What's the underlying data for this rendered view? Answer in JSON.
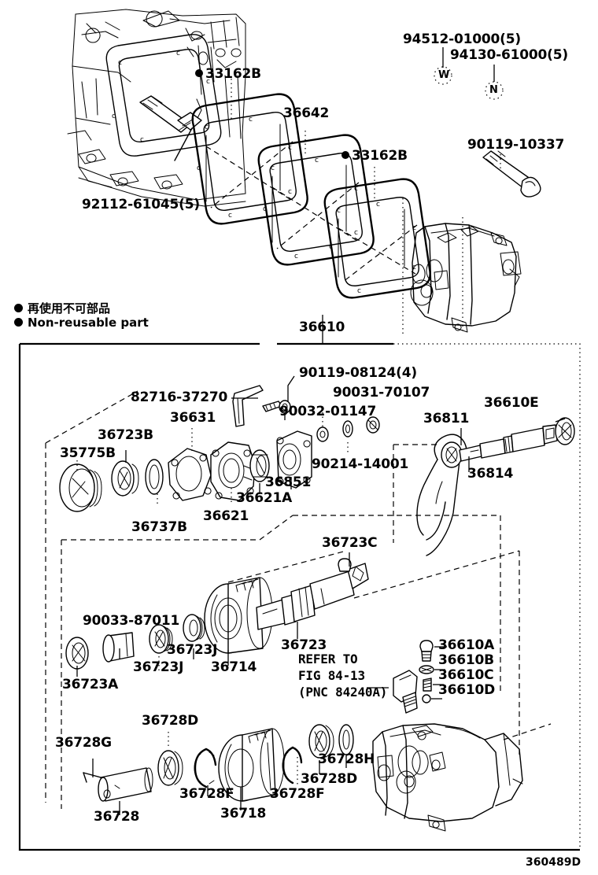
{
  "diagram": {
    "figure_code": "360489D",
    "assembly_label": "36610",
    "legend": {
      "jp": "再使用不可部品",
      "en": "Non-reusable part",
      "marker": "filled-circle"
    },
    "reference_note": {
      "line1": "REFER TO",
      "line2": "FIG 84-13",
      "line3": "(PNC 84240A)"
    },
    "markers": {
      "w": "W",
      "n": "N"
    }
  },
  "upper_section": {
    "labels": [
      {
        "id": "u1",
        "text": "92112-61045(5)",
        "nonreusable": false
      },
      {
        "id": "u2",
        "text": "33162B",
        "nonreusable": true
      },
      {
        "id": "u3",
        "text": "36642",
        "nonreusable": false
      },
      {
        "id": "u4",
        "text": "33162B",
        "nonreusable": true
      },
      {
        "id": "u5",
        "text": "94512-01000(5)",
        "nonreusable": false
      },
      {
        "id": "u6",
        "text": "94130-61000(5)",
        "nonreusable": false
      },
      {
        "id": "u7",
        "text": "90119-10337",
        "nonreusable": false
      }
    ]
  },
  "main_box": {
    "title": "36610",
    "labels": [
      {
        "id": "m01",
        "text": "82716-37270"
      },
      {
        "id": "m02",
        "text": "36631"
      },
      {
        "id": "m03",
        "text": "36723B"
      },
      {
        "id": "m04",
        "text": "35775B"
      },
      {
        "id": "m05",
        "text": "36737B"
      },
      {
        "id": "m06",
        "text": "36621"
      },
      {
        "id": "m07",
        "text": "36621A"
      },
      {
        "id": "m08",
        "text": "36851"
      },
      {
        "id": "m09",
        "text": "90119-08124(4)"
      },
      {
        "id": "m10",
        "text": "90031-70107"
      },
      {
        "id": "m11",
        "text": "90032-01147"
      },
      {
        "id": "m12",
        "text": "90214-14001"
      },
      {
        "id": "m13",
        "text": "36811"
      },
      {
        "id": "m14",
        "text": "36814"
      },
      {
        "id": "m15",
        "text": "36610E"
      },
      {
        "id": "m16",
        "text": "36723C"
      },
      {
        "id": "m17",
        "text": "90033-87011"
      },
      {
        "id": "m18",
        "text": "36723A"
      },
      {
        "id": "m19",
        "text": "36723J"
      },
      {
        "id": "m20",
        "text": "36723J"
      },
      {
        "id": "m21",
        "text": "36714"
      },
      {
        "id": "m22",
        "text": "36723"
      },
      {
        "id": "m23",
        "text": "36610A"
      },
      {
        "id": "m24",
        "text": "36610B"
      },
      {
        "id": "m25",
        "text": "36610C"
      },
      {
        "id": "m26",
        "text": "36610D"
      },
      {
        "id": "m27",
        "text": "36728G"
      },
      {
        "id": "m28",
        "text": "36728"
      },
      {
        "id": "m29",
        "text": "36728D"
      },
      {
        "id": "m30",
        "text": "36728F"
      },
      {
        "id": "m31",
        "text": "36718"
      },
      {
        "id": "m32",
        "text": "36728F"
      },
      {
        "id": "m33",
        "text": "36728D"
      },
      {
        "id": "m34",
        "text": "36728H"
      }
    ]
  }
}
